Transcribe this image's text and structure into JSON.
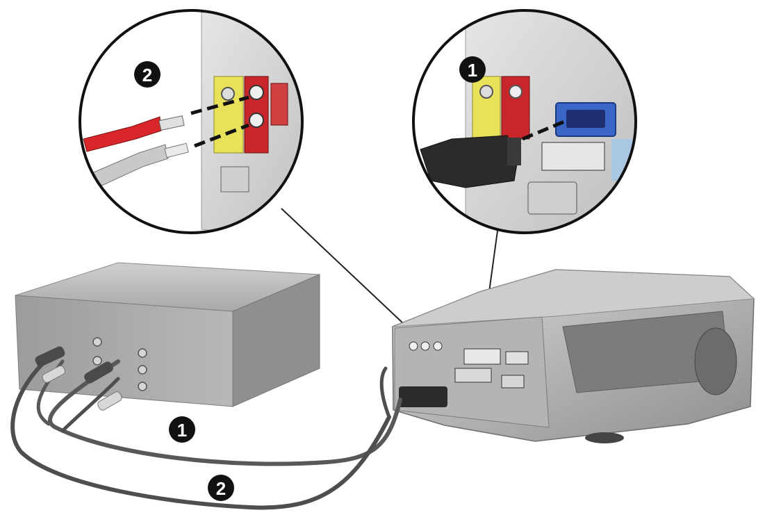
{
  "callouts": {
    "audio_inset_number": "2",
    "video_inset_number": "1",
    "video_cable_number": "1",
    "audio_cable_number": "2"
  },
  "colors": {
    "plug_red": "#d8262a",
    "plug_white": "#c9c9c9",
    "port_yellow": "#e8e25a",
    "port_red": "#c8262a",
    "port_blue": "#3a66c8",
    "vga_connector": "#2b2b2b",
    "device_gray": "#a8a8a8",
    "cable_gray": "#5a5a5a"
  },
  "icons": [
    "rca-plug-red",
    "rca-plug-white",
    "vga-plug",
    "vga-port",
    "dvi-port",
    "power-inlet"
  ]
}
